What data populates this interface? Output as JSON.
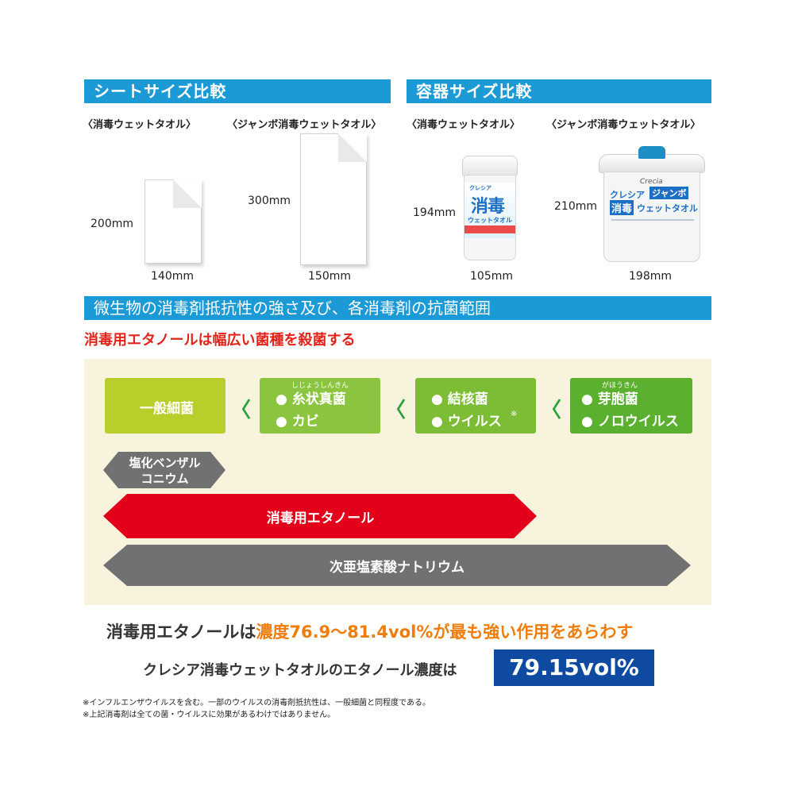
{
  "sheet_section": {
    "title": "シートサイズ比較",
    "left_label": "〈消毒ウェットタオル〉",
    "right_label": "〈ジャンボ消毒ウェットタオル〉",
    "small_height": "200mm",
    "small_width": "140mm",
    "large_height": "300mm",
    "large_width": "150mm"
  },
  "container_section": {
    "title": "容器サイズ比較",
    "left_label": "〈消毒ウェットタオル〉",
    "right_label": "〈ジャンボ消毒ウェットタオル〉",
    "small_height": "194mm",
    "small_width": "105mm",
    "large_height": "210mm",
    "large_width": "198mm",
    "small_product": {
      "brand": "クレシア",
      "name": "消毒",
      "sub": "ウェットタオル"
    },
    "large_product": {
      "logo": "Crecia",
      "brand": "クレシア",
      "jumbo": "ジャンボ",
      "name": "消毒",
      "sub": "ウェットタオル"
    }
  },
  "resistance_section": {
    "title": "微生物の消毒剤抵抗性の強さ及び、各消毒剤の抗菌範囲",
    "headline": "消毒用エタノールは幅広い菌種を殺菌する",
    "boxes": [
      {
        "lines": [
          "一般細菌"
        ],
        "ruby": ""
      },
      {
        "lines": [
          "● 糸状真菌",
          "● カビ"
        ],
        "ruby": "しじょうしんきん"
      },
      {
        "lines": [
          "● 結核菌",
          "● ウイルス"
        ],
        "mark": "※",
        "ruby": ""
      },
      {
        "lines": [
          "● 芽胞菌",
          "● ノロウイルス"
        ],
        "ruby": "がほうきん"
      }
    ],
    "chevron": "〈",
    "arrows": [
      {
        "label_lines": [
          "塩化ベンザル",
          "コニウム"
        ]
      },
      {
        "label_lines": [
          "消毒用エタノール"
        ]
      },
      {
        "label_lines": [
          "次亜塩素酸ナトリウム"
        ]
      }
    ]
  },
  "concentration": {
    "line1_prefix": "消毒用エタノールは",
    "line1_highlight": "濃度76.9〜81.4vol%が最も強い作用をあらわす",
    "line2_prefix": "クレシア消毒ウェットタオルのエタノール濃度は",
    "value": "79.15vol%"
  },
  "notes": [
    "※インフルエンザウイルスを含む。一部のウイルスの消毒剤抵抗性は、一般細菌と同程度である。",
    "※上記消毒剤は全ての菌・ウイルスに効果があるわけではありません。"
  ],
  "colors": {
    "header_blue": "#1c9ad6",
    "headline_red": "#e2231a",
    "box_light_green": "#b8cf2b",
    "box_green": "#8bc43f",
    "box_dark_green": "#5cb030",
    "arrow_gray": "#727171",
    "arrow_red": "#e2001a",
    "highlight_orange": "#ef7d0d",
    "value_navy": "#0e4aa0",
    "panel_beige": "#f8f3dc"
  }
}
